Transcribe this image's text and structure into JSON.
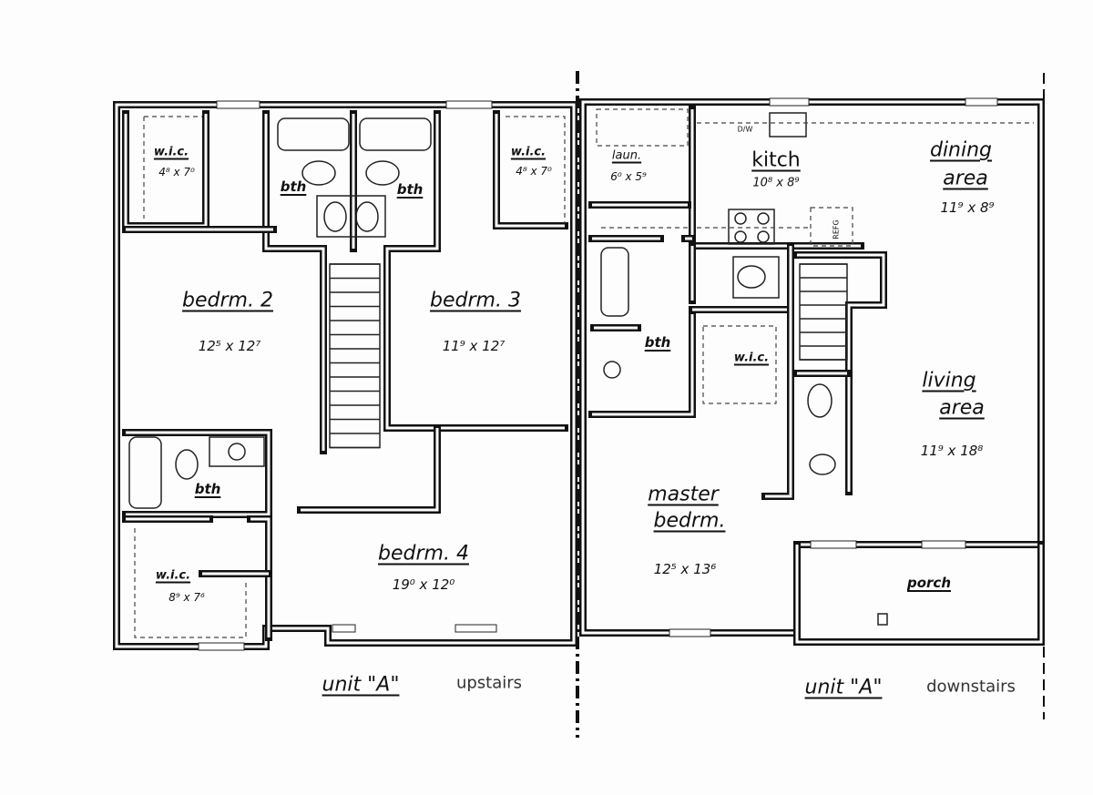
{
  "upstairs": {
    "rooms": [
      {
        "name": "w.i.c.",
        "dim": "4⁸ x 7⁰"
      },
      {
        "name": "bth"
      },
      {
        "name": "bth"
      },
      {
        "name": "w.i.c.",
        "dim": "4⁸ x 7⁰"
      },
      {
        "name": "bedrm. 2",
        "dim": "12⁵ x 12⁷"
      },
      {
        "name": "bedrm. 3",
        "dim": "11⁹ x 12⁷"
      },
      {
        "name": "bth"
      },
      {
        "name": "bedrm. 4",
        "dim": "19⁰ x 12⁰"
      },
      {
        "name": "w.i.c.",
        "dim": "8⁹ x 7⁶"
      }
    ],
    "caption_unit": "unit \"A\"",
    "caption_level": "upstairs"
  },
  "downstairs": {
    "rooms": [
      {
        "name": "laun.",
        "dim": "6⁰ x 5⁹"
      },
      {
        "name": "kitch",
        "dim": "10⁸ x 8⁹"
      },
      {
        "name": "dining",
        "name2": "area",
        "dim": "11⁹ x 8⁹"
      },
      {
        "name": "bth"
      },
      {
        "name": "w.i.c."
      },
      {
        "name": "living",
        "name2": "area",
        "dim": "11⁹ x 18⁸"
      },
      {
        "name": "master",
        "name2": "bedrm.",
        "dim": "12⁵ x 13⁶"
      },
      {
        "name": "porch"
      }
    ],
    "appliances": {
      "dishwasher": "D/W",
      "fridge": "REFG"
    },
    "caption_unit": "unit \"A\"",
    "caption_level": "downstairs"
  }
}
